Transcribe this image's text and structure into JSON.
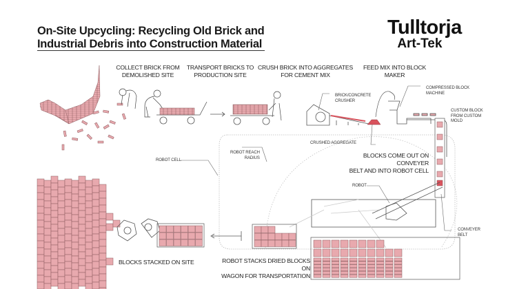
{
  "header": {
    "title_line1": "On-Site Upcycling: Recycling Old Brick and",
    "title_line2": "Industrial Debris into Construction Material",
    "logo_line1": "Tulltorja",
    "logo_line2": "Art-Tek"
  },
  "steps": [
    {
      "line1": "COLLECT BRICK FROM",
      "line2": "DEMOLISHED SITE"
    },
    {
      "line1": "TRANSPORT BRICKS TO",
      "line2": "PRODUCTION SITE"
    },
    {
      "line1": "CRUSH BRICK INTO AGGREGATES",
      "line2": "FOR CEMENT MIX"
    },
    {
      "line1": "FEED MIX INTO BLOCK",
      "line2": "MAKER"
    }
  ],
  "labels": {
    "crusher_1": "BRICK/CONCRETE",
    "crusher_2": "CRUSHER",
    "machine_1": "COMPRESSED BLOCK",
    "machine_2": "MACHINE",
    "custom_1": "CUSTOM BLOCK",
    "custom_2": "FROM CUSTOM",
    "custom_3": "MOLD",
    "aggregate": "CRUSHED AGGREGATE",
    "robot_cell": "ROBOT CELL",
    "reach_1": "ROBOT REACH",
    "reach_2": "RADIUS",
    "robot": "ROBOT",
    "conveyer_1": "CONVEYER",
    "conveyer_2": "BELT"
  },
  "captions": {
    "conveyer_1": "BLOCKS COME OUT ON CONVEYER",
    "conveyer_2": "BELT AND INTO ROBOT CELL",
    "stacked": "BLOCKS STACKED ON SITE",
    "wagon_1": "ROBOT STACKS DRIED BLOCKS ON",
    "wagon_2": "WAGON FOR TRANSPORTATION"
  },
  "colors": {
    "brick_fill": "#e8a9ae",
    "brick_stroke": "#8c5a5e",
    "aggregate": "#d9535d",
    "line": "#555555"
  }
}
